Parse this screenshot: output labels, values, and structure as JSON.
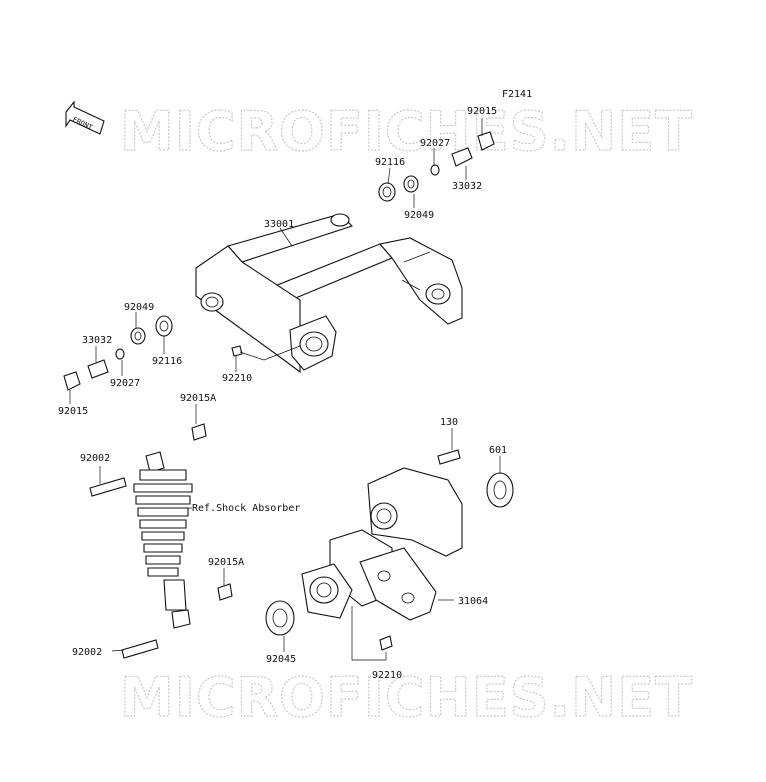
{
  "diagram": {
    "figure_code": "F2141",
    "watermark_text": "MICROFICHES.NET",
    "front_arrow_label": "FRONT",
    "reference_note": "Ref.Shock Absorber"
  },
  "parts": [
    {
      "id": "p-92015-top",
      "number": "92015"
    },
    {
      "id": "p-92027-top",
      "number": "92027"
    },
    {
      "id": "p-92116-top",
      "number": "92116"
    },
    {
      "id": "p-33032-top",
      "number": "33032"
    },
    {
      "id": "p-92049-top",
      "number": "92049"
    },
    {
      "id": "p-33001",
      "number": "33001"
    },
    {
      "id": "p-92049-left",
      "number": "92049"
    },
    {
      "id": "p-33032-left",
      "number": "33032"
    },
    {
      "id": "p-92116-left",
      "number": "92116"
    },
    {
      "id": "p-92027-left",
      "number": "92027"
    },
    {
      "id": "p-92210-top",
      "number": "92210"
    },
    {
      "id": "p-92015-left",
      "number": "92015"
    },
    {
      "id": "p-92015A-top",
      "number": "92015A"
    },
    {
      "id": "p-92002-top",
      "number": "92002"
    },
    {
      "id": "p-92015A-bot",
      "number": "92015A"
    },
    {
      "id": "p-92002-bot",
      "number": "92002"
    },
    {
      "id": "p-130",
      "number": "130"
    },
    {
      "id": "p-601",
      "number": "601"
    },
    {
      "id": "p-31064",
      "number": "31064"
    },
    {
      "id": "p-92045",
      "number": "92045"
    },
    {
      "id": "p-92210-bot",
      "number": "92210"
    }
  ]
}
